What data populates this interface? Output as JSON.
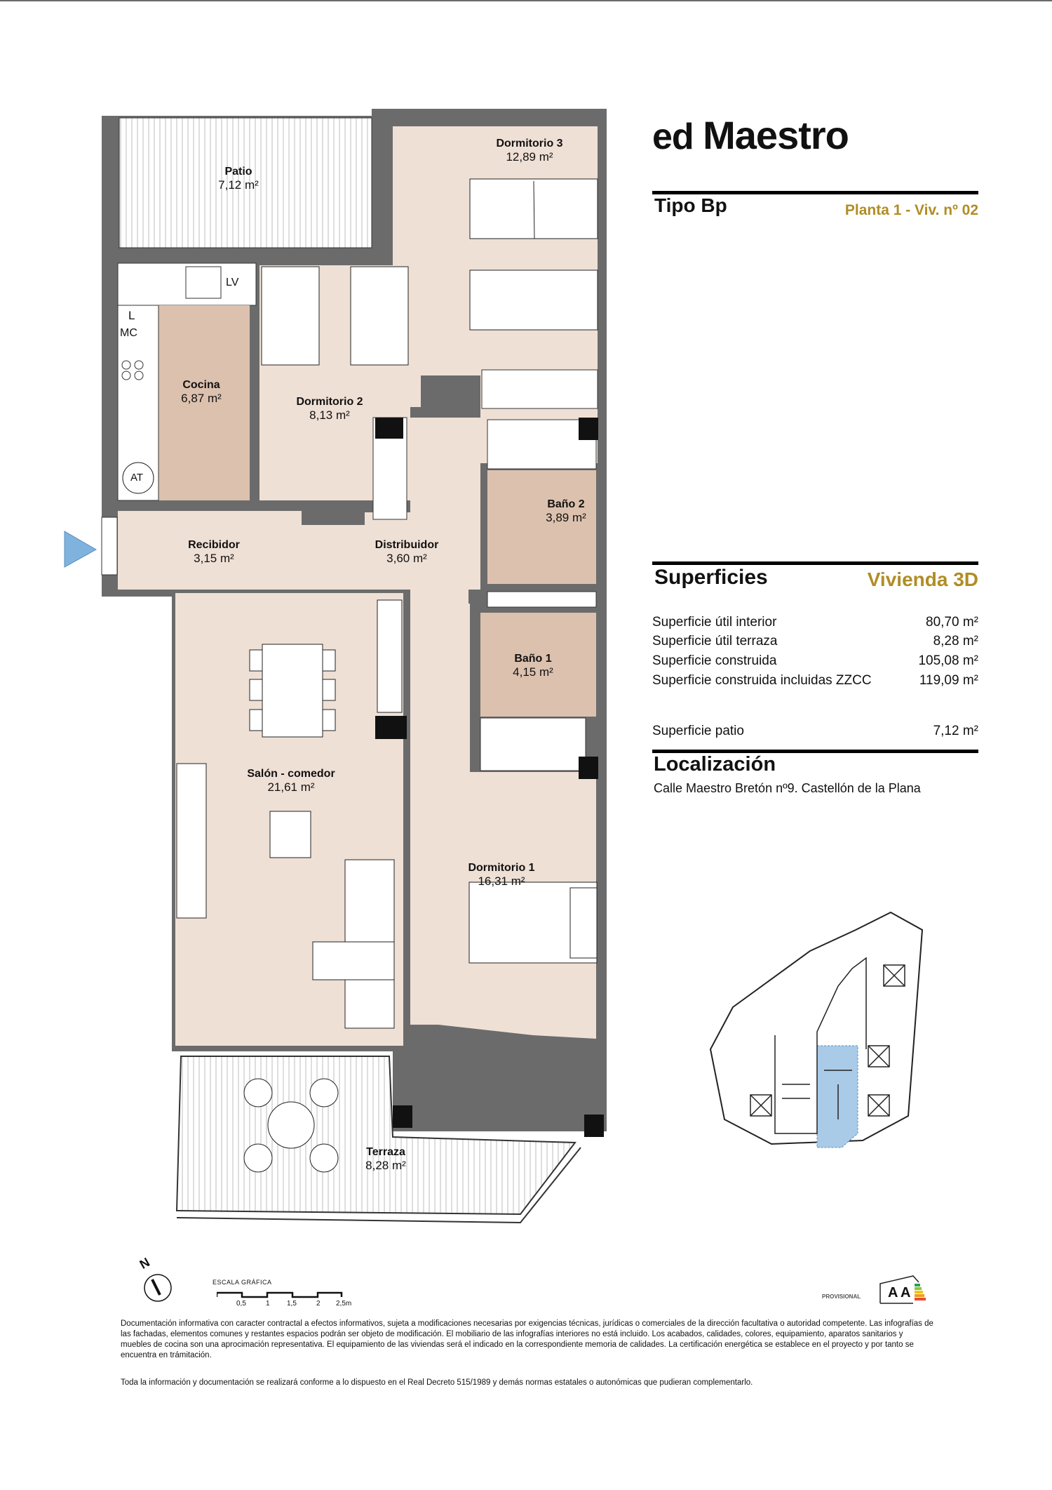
{
  "brand": {
    "logo_part1": "ed",
    "logo_part2": "Maestro"
  },
  "header": {
    "type": "Tipo Bp",
    "unit": "Planta 1 - Viv. nº 02"
  },
  "rooms": [
    {
      "name": "Patio",
      "area": "7,12 m²"
    },
    {
      "name": "Dormitorio 3",
      "area": "12,89 m²"
    },
    {
      "name": "Cocina",
      "area": "6,87 m²"
    },
    {
      "name": "Dormitorio 2",
      "area": "8,13 m²"
    },
    {
      "name": "Baño 2",
      "area": "3,89 m²"
    },
    {
      "name": "Recibidor",
      "area": "3,15 m²"
    },
    {
      "name": "Distribuidor",
      "area": "3,60 m²"
    },
    {
      "name": "Baño 1",
      "area": "4,15 m²"
    },
    {
      "name": "Salón - comedor",
      "area": "21,61 m²"
    },
    {
      "name": "Dormitorio 1",
      "area": "16,31 m²"
    },
    {
      "name": "Terraza",
      "area": "8,28 m²"
    }
  ],
  "fixtures": {
    "lv": "LV",
    "l": "L",
    "mc": "MC",
    "at": "AT"
  },
  "superficies": {
    "title": "Superficies",
    "subtitle": "Vivienda 3D",
    "rows": [
      {
        "label": "Superficie útil interior",
        "value": "80,70 m²"
      },
      {
        "label": "Superficie útil terraza",
        "value": "8,28 m²"
      },
      {
        "label": "Superficie construida",
        "value": "105,08 m²"
      },
      {
        "label": "Superficie construida incluidas ZZCC",
        "value": "119,09 m²"
      }
    ],
    "patio": {
      "label": "Superficie patio",
      "value": "7,12 m²"
    }
  },
  "localizacion": {
    "title": "Localización",
    "address": "Calle Maestro Bretón nº9. Castellón de la Plana"
  },
  "scale": {
    "title": "ESCALA GRÁFICA",
    "ticks": [
      "0,5",
      "1",
      "1,5",
      "2",
      "2,5m"
    ]
  },
  "compass": {
    "label": "N"
  },
  "energy": {
    "label": "PROVISIONAL",
    "rating1": "A",
    "rating2": "A"
  },
  "disclaimer": {
    "p1": "Documentación informativa con caracter contractal a efectos informativos, sujeta a modificaciones necesarias por exigencias técnicas, jurídicas o comerciales de la dirección facultativa o autoridad competente. Las infografías de las fachadas, elementos comunes y restantes espacios podrán ser objeto de modificación. El mobiliario de las infografías interiores no está incluido. Los acabados, calidades, colores, equipamiento, aparatos sanitarios y muebles de cocina son una aprocimación representativa. El equipamiento de las viviendas será el indicado en la correspondiente memoria de calidades. La certificación energética se establece en el proyecto y por tanto se encuentra en trámitación.",
    "p2": "Toda la información y documentación se realizará conforme a lo dispuesto en el Real Decreto 515/1989 y demás normas estatales o autonómicas que pudieran complementarlo."
  },
  "colors": {
    "wall": "#6b6b6b",
    "floor": "#efe0d6",
    "wet_floor": "#dcc1ae",
    "accent_gold": "#b08d25",
    "entry_arrow": "#7fb3de",
    "location_highlight": "#a9cbe8"
  }
}
